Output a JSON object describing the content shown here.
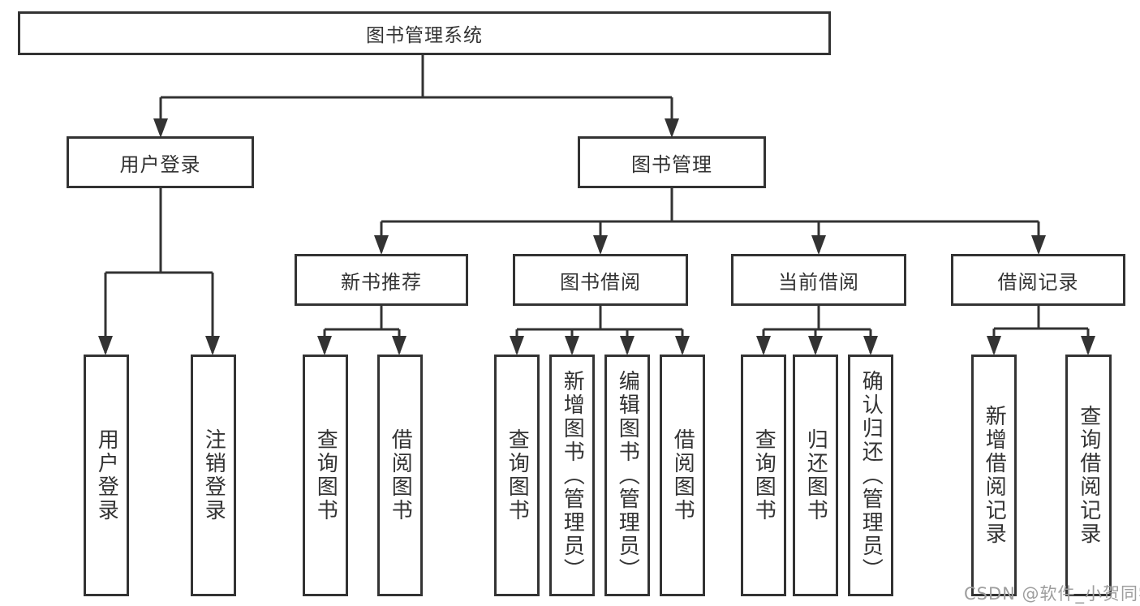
{
  "diagram_title": "图书管理系统",
  "colors": {
    "line": "#333333",
    "box_border": "#333333",
    "text": "#333333",
    "background": "#ffffff",
    "watermark": "#9e9e9e"
  },
  "tree": {
    "root": "图书管理系统",
    "branches": [
      {
        "label": "用户登录",
        "children": [
          "用户登录",
          "注销登录"
        ]
      },
      {
        "label": "图书管理",
        "sections": [
          {
            "label": "新书推荐",
            "children": [
              "查询图书",
              "借阅图书"
            ]
          },
          {
            "label": "图书借阅",
            "children": [
              "查询图书",
              "新增图书（管理员）",
              "编辑图书（管理员）",
              "借阅图书"
            ]
          },
          {
            "label": "当前借阅",
            "children": [
              "查询图书",
              "归还图书",
              "确认归还（管理员）"
            ]
          },
          {
            "label": "借阅记录",
            "children": [
              "新增借阅记录",
              "查询借阅记录"
            ]
          }
        ]
      }
    ]
  },
  "watermark": "CSDN @软件_小贺同学"
}
